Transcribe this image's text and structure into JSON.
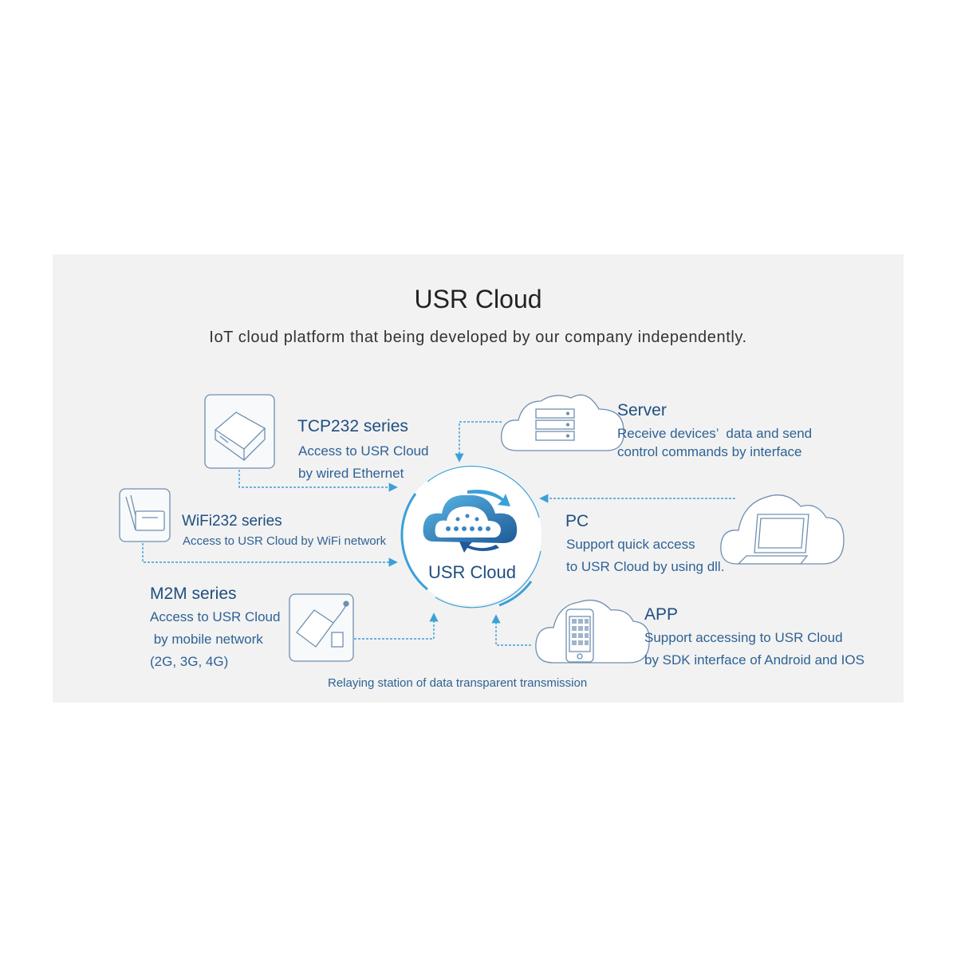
{
  "title": "USR Cloud",
  "subtitle": "IoT cloud platform that being developed by our company independently.",
  "center": {
    "label": "USR Cloud"
  },
  "nodes": {
    "tcp232": {
      "title": "TCP232 series",
      "line1": "Access to USR Cloud",
      "line2": "by wired Ethernet"
    },
    "wifi232": {
      "title": "WiFi232 series",
      "line1": "Access to USR Cloud by WiFi network"
    },
    "m2m": {
      "title": "M2M series",
      "line1": "Access to USR Cloud",
      "line2": " by mobile network",
      "line3": "(2G, 3G, 4G)"
    },
    "server": {
      "title": "Server",
      "line1": "Receive devices’  data and send",
      "line2": "control commands by interface"
    },
    "pc": {
      "title": "PC",
      "line1": "Support quick access",
      "line2": "to USR Cloud by using dll."
    },
    "app": {
      "title": "APP",
      "line1": "Support accessing to USR Cloud",
      "line2": "by SDK interface of Android and IOS"
    }
  },
  "caption": "Relaying station of data transparent transmission",
  "colors": {
    "accent": "#3aa0d8",
    "dark_blue": "#1f4e80",
    "icon_stroke": "#6f8fb0",
    "panel": "#f2f2f2"
  },
  "icons": [
    "tcp232-device-icon",
    "wifi232-device-icon",
    "m2m-device-icon",
    "server-cloud-icon",
    "laptop-cloud-icon",
    "phone-cloud-icon",
    "usr-cloud-logo-icon"
  ]
}
